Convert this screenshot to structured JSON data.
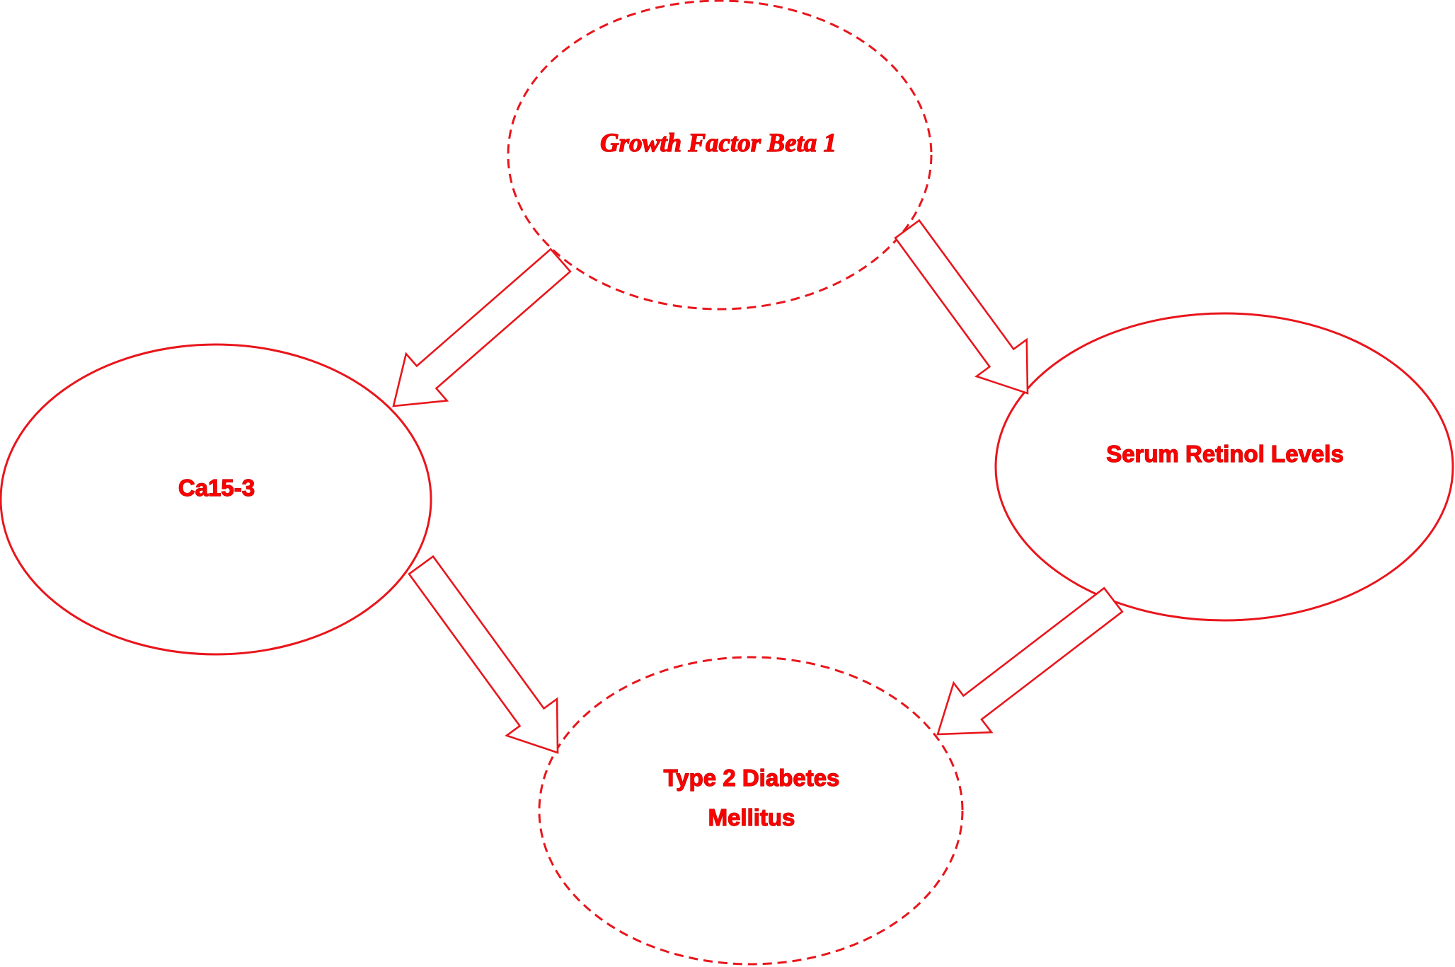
{
  "diagram": {
    "colors": {
      "stroke": "#e8161c",
      "text": "#ff0000",
      "text_outline": "#b80000",
      "arrow_fill": "#ffffff",
      "background": "#ffffff"
    },
    "nodes": {
      "growth_factor": {
        "label": "Growth Factor Beta 1",
        "border": "dashed",
        "font_style": "italic serif"
      },
      "ca15_3": {
        "label": "Ca15-3",
        "border": "solid"
      },
      "serum_retinol": {
        "label": "Serum Retinol Levels",
        "border": "solid"
      },
      "t2dm": {
        "lines": [
          "Type 2 Diabetes",
          "Mellitus"
        ],
        "border": "dashed"
      }
    },
    "edges": [
      {
        "from": "growth_factor",
        "to": "ca15_3",
        "style": "block-arrow"
      },
      {
        "from": "growth_factor",
        "to": "serum_retinol",
        "style": "block-arrow"
      },
      {
        "from": "ca15_3",
        "to": "t2dm",
        "style": "block-arrow"
      },
      {
        "from": "serum_retinol",
        "to": "t2dm",
        "style": "block-arrow"
      }
    ]
  }
}
